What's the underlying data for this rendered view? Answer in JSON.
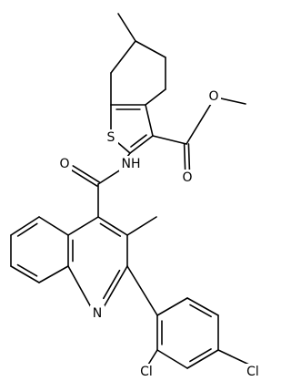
{
  "molecule": {
    "atom_labels": {
      "sulfur": "S",
      "amide_nh": "NH",
      "amide_o": "O",
      "ester_o_carbonyl": "O",
      "ester_o_methoxy": "O",
      "quinoline_n": "N",
      "chloro_left": "Cl",
      "chloro_right": "Cl"
    }
  }
}
